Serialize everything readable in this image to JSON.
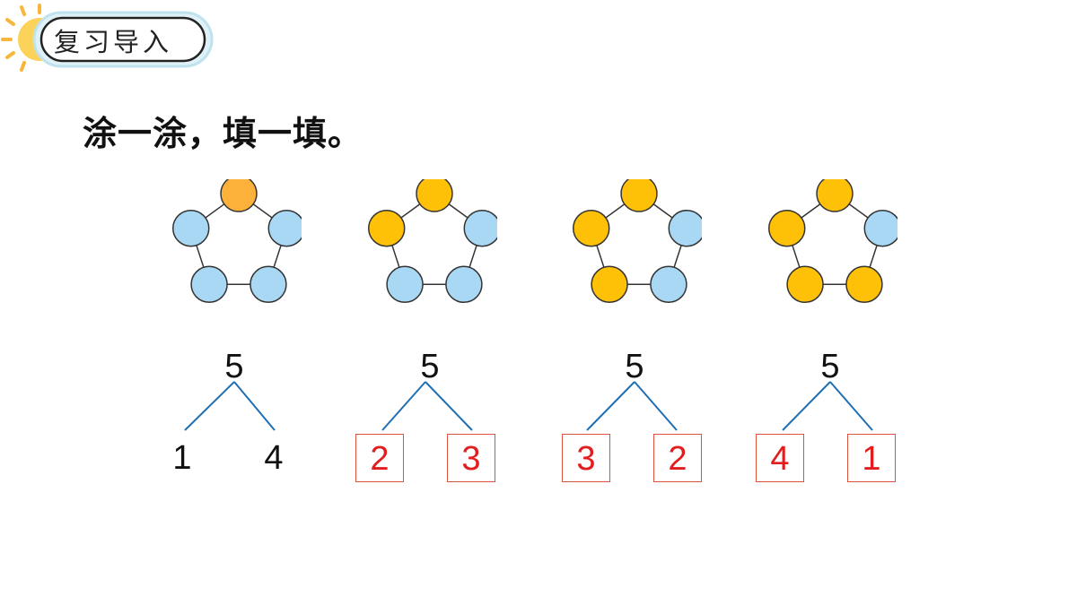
{
  "header": {
    "title": "复习导入"
  },
  "instruction": "涂一涂，填一填。",
  "colors": {
    "blue": "#a8d8f4",
    "orange": "#ffc107",
    "orange_first": "#fbb13a",
    "answer_red": "#e11d1d",
    "box_border": "#d9533f",
    "line_blue": "#1f6fb2"
  },
  "groups": [
    {
      "total": "5",
      "left": "1",
      "right": "4",
      "boxed": false,
      "colored_count": 1
    },
    {
      "total": "5",
      "left": "2",
      "right": "3",
      "boxed": true,
      "colored_count": 2
    },
    {
      "total": "5",
      "left": "3",
      "right": "2",
      "boxed": true,
      "colored_count": 3
    },
    {
      "total": "5",
      "left": "4",
      "right": "1",
      "boxed": true,
      "colored_count": 4
    }
  ]
}
